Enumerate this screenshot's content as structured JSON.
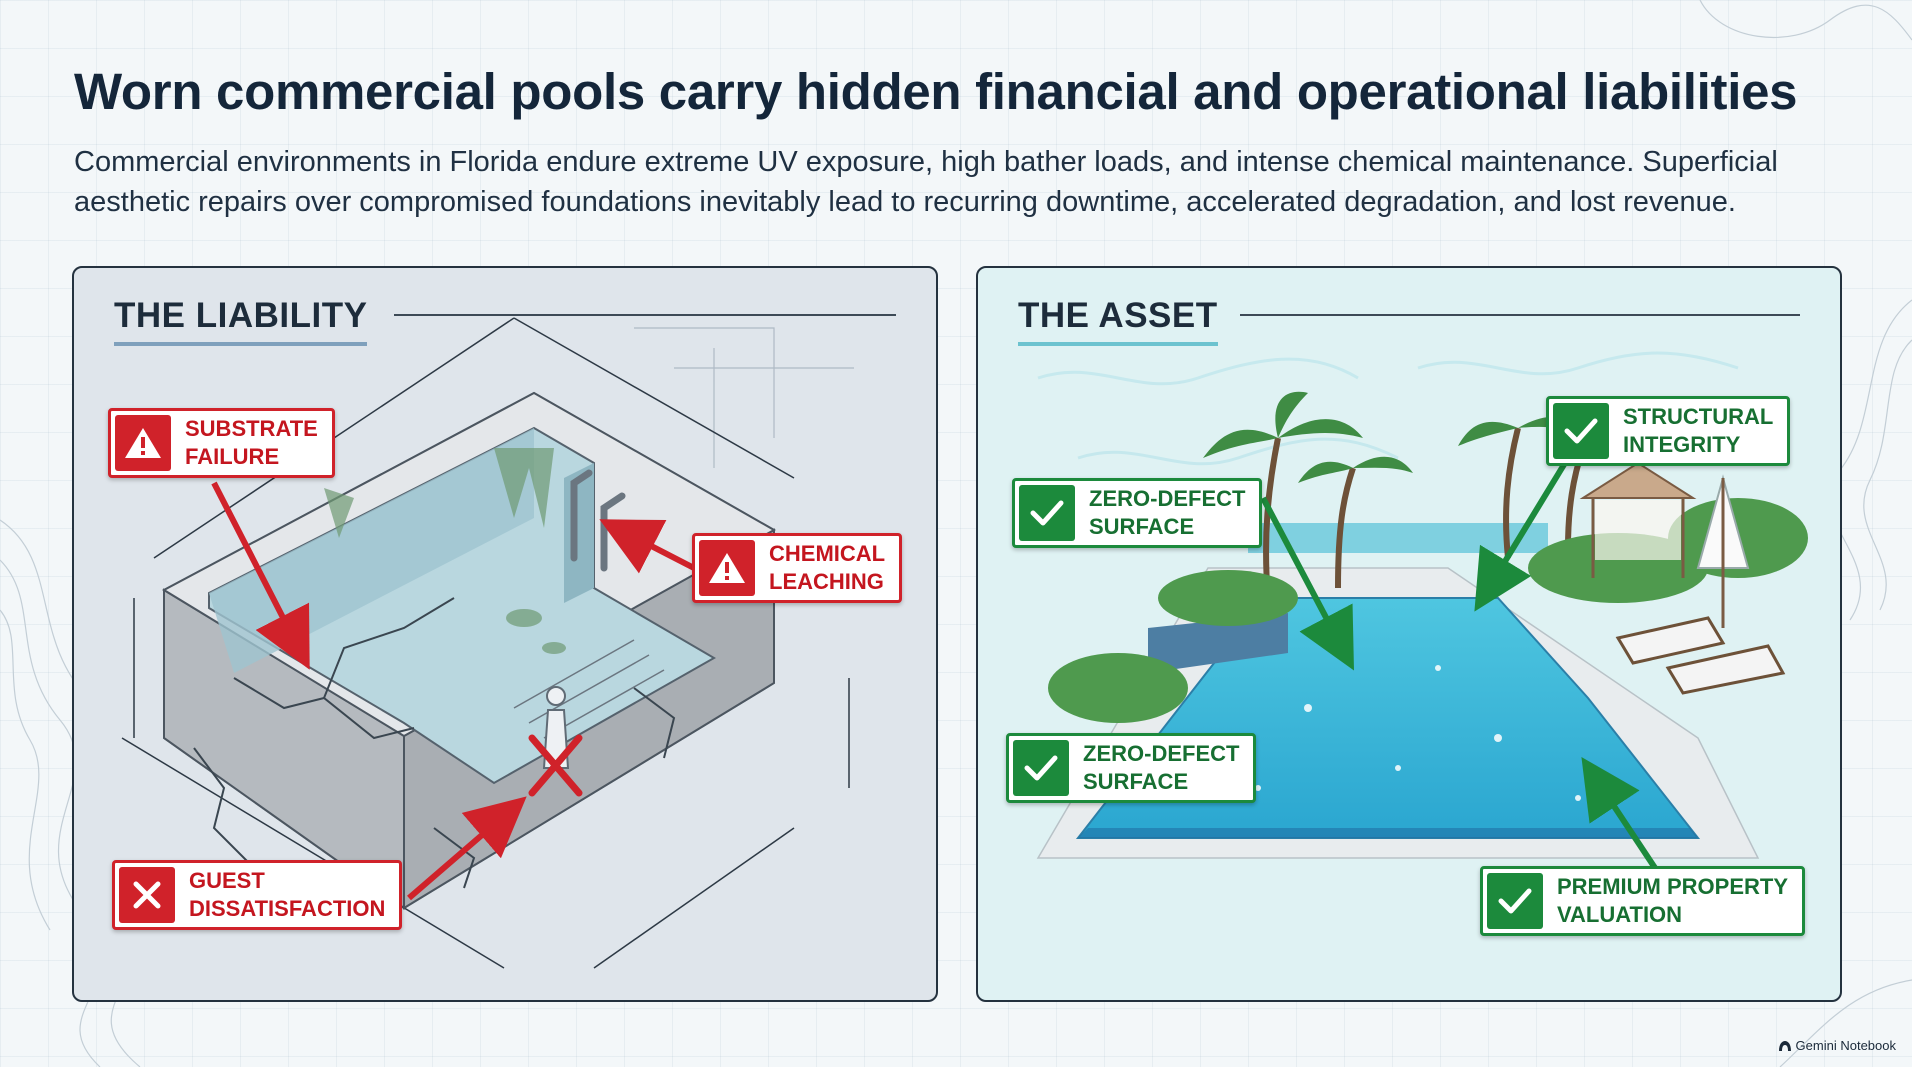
{
  "header": {
    "title": "Worn commercial pools carry hidden financial and operational liabilities",
    "subtitle": "Commercial environments in Florida endure extreme UV exposure, high bather loads, and intense chemical maintenance. Superficial aesthetic repairs over compromised foundations inevitably lead to recurring downtime, accelerated degradation, and lost revenue."
  },
  "liability": {
    "title": "THE LIABILITY",
    "callouts": {
      "substrate": "SUBSTRATE\nFAILURE",
      "chemical": "CHEMICAL\nLEACHING",
      "guest": "GUEST\nDISSATISFACTION"
    }
  },
  "asset": {
    "title": "THE ASSET",
    "callouts": {
      "structural": "STRUCTURAL\nINTEGRITY",
      "zero1": "ZERO-DEFECT\nSURFACE",
      "zero2": "ZERO-DEFECT\nSURFACE",
      "premium": "PREMIUM PROPERTY\nVALUATION"
    }
  },
  "footer": {
    "brand": "Gemini Notebook"
  },
  "colors": {
    "danger": "#d0222a",
    "success": "#1c8a3c",
    "ink": "#14263a"
  },
  "icons": [
    "warning-icon",
    "x-icon",
    "check-icon",
    "notebook-icon"
  ]
}
